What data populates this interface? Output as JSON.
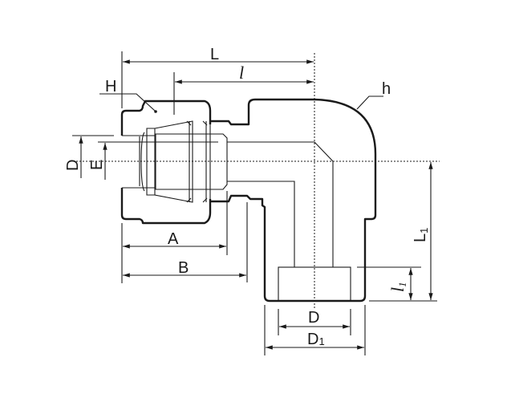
{
  "title": "Elbow union fitting dimension drawing",
  "labels": {
    "L": "L",
    "l": "l",
    "H": "H",
    "h": "h",
    "D_left": "D",
    "E": "E",
    "A": "A",
    "B": "B",
    "L1_main": "L",
    "L1_sub": "1",
    "l1_main": "l",
    "l1_sub": "1",
    "D_bottom": "D",
    "D1_main": "D",
    "D1_sub": "1"
  }
}
